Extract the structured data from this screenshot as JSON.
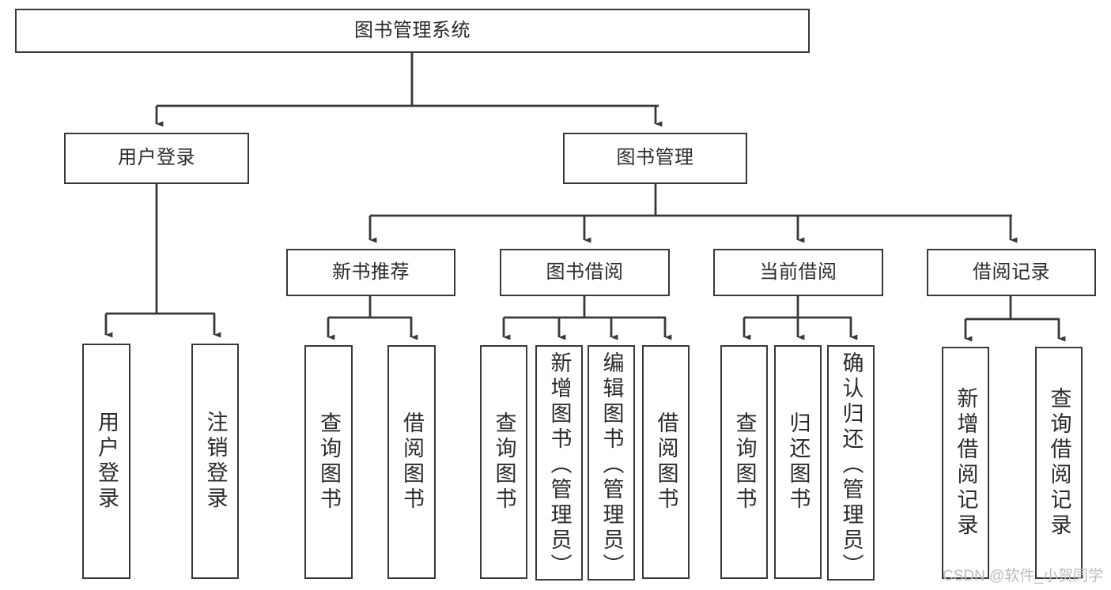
{
  "diagram": {
    "title": "图书管理系统",
    "type": "tree-hierarchy-chart",
    "watermark": "CSDN @软件_小贺同学",
    "colors": {
      "box_border": "#36383a",
      "connector": "#36383a",
      "text": "#2b2b2b",
      "background": "#ffffff",
      "watermark": "#b9bcc0"
    },
    "nodes": {
      "root": {
        "label": "图书管理系统"
      },
      "level2": [
        {
          "label": "用户登录"
        },
        {
          "label": "图书管理"
        }
      ],
      "level3": [
        {
          "label": "新书推荐"
        },
        {
          "label": "图书借阅"
        },
        {
          "label": "当前借阅"
        },
        {
          "label": "借阅记录"
        }
      ],
      "leaves_user_login": [
        {
          "label": "用户登录"
        },
        {
          "label": "注销登录"
        }
      ],
      "leaves_new_book": [
        {
          "label": "查询图书"
        },
        {
          "label": "借阅图书"
        }
      ],
      "leaves_borrow": [
        {
          "label": "查询图书"
        },
        {
          "label": "新增图书（管理员）"
        },
        {
          "label": "编辑图书（管理员）"
        },
        {
          "label": "借阅图书"
        }
      ],
      "leaves_current": [
        {
          "label": "查询图书"
        },
        {
          "label": "归还图书"
        },
        {
          "label": "确认归还（管理员）"
        }
      ],
      "leaves_records": [
        {
          "label": "新增借阅记录"
        },
        {
          "label": "查询借阅记录"
        }
      ]
    }
  }
}
